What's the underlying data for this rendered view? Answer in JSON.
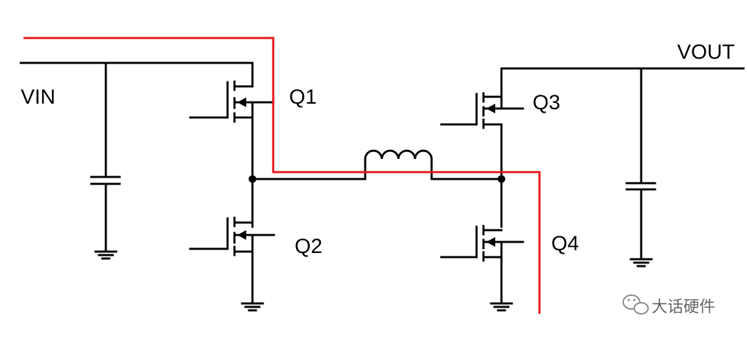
{
  "labels": {
    "vin": "VIN",
    "vout": "VOUT",
    "q1": "Q1",
    "q2": "Q2",
    "q3": "Q3",
    "q4": "Q4"
  },
  "watermark": {
    "text": "大话硬件",
    "icon": "wechat-icon"
  },
  "colors": {
    "wire": "#000000",
    "current_path": "#e8141b",
    "watermark": "#666666"
  }
}
